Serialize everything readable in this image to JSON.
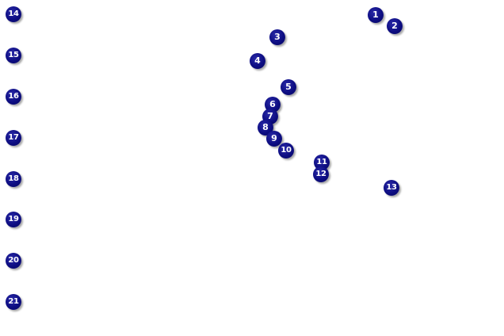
{
  "markers": {
    "m1": "1",
    "m2": "2",
    "m3": "3",
    "m4": "4",
    "m5": "5",
    "m6": "6",
    "m7": "7",
    "m8": "8",
    "m9": "9",
    "m10": "10",
    "m11": "11",
    "m12": "12",
    "m13": "13",
    "m14": "14",
    "m15": "15",
    "m16": "16",
    "m17": "17",
    "m18": "18",
    "m19": "19",
    "m20": "20",
    "m21": "21"
  },
  "colors": {
    "marker_fill": "#0d0d82",
    "marker_text": "#ffffff",
    "background": "#ffffff"
  }
}
